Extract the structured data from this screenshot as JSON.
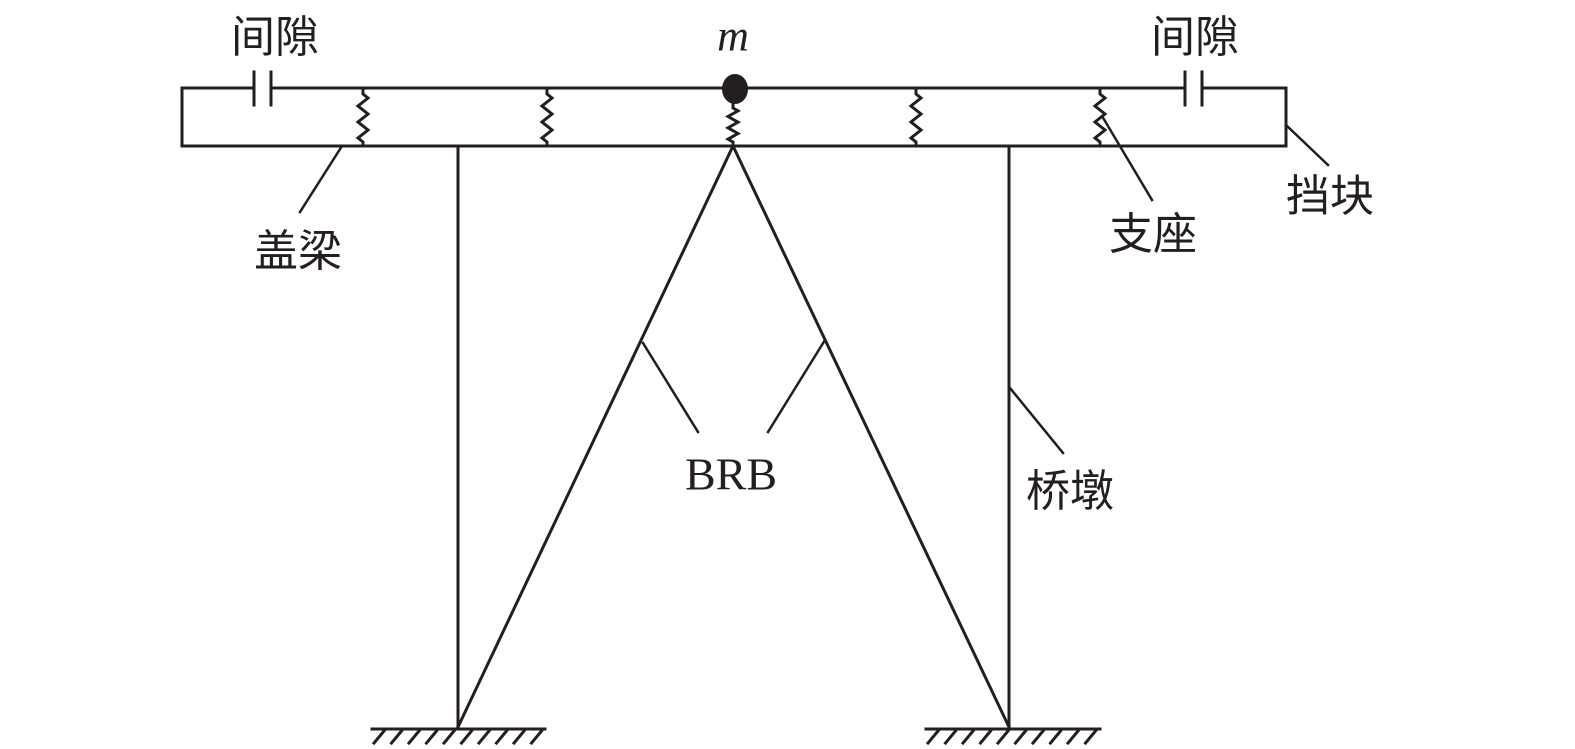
{
  "labels": {
    "gap_left": "间隙",
    "gap_right": "间隙",
    "mass": "m",
    "cap_beam": "盖梁",
    "bearing": "支座",
    "shear_key": "挡块",
    "brb": "BRB",
    "pier": "桥墩"
  },
  "colors": {
    "stroke": "#231f20"
  }
}
